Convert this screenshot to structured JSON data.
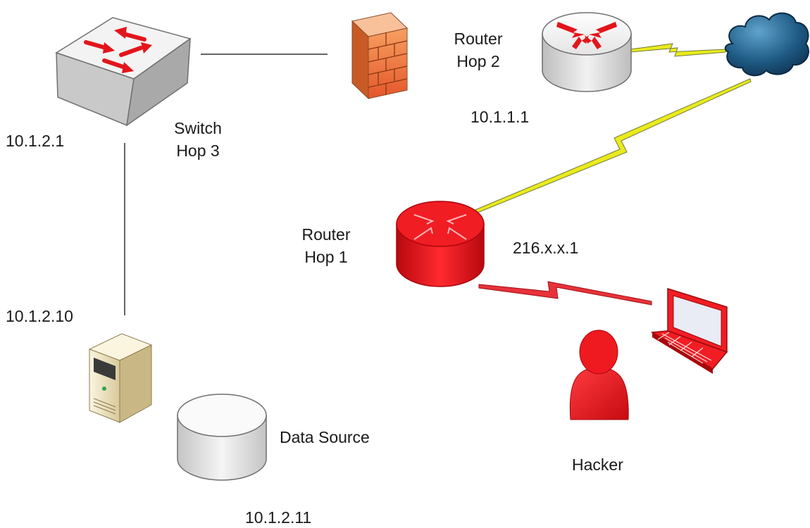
{
  "switch": {
    "name": "Switch",
    "hop": "Hop 3",
    "ip": "10.1.2.1"
  },
  "router_hop2": {
    "name": "Router",
    "hop": "Hop 2",
    "ip": "10.1.1.1"
  },
  "router_hop1": {
    "name": "Router",
    "hop": "Hop 1",
    "ip": "216.x.x.1"
  },
  "server": {
    "ip": "10.1.2.10"
  },
  "data_source": {
    "name": "Data Source",
    "ip": "10.1.2.11"
  },
  "hacker": {
    "name": "Hacker"
  },
  "colors": {
    "hostile": "#e3151b",
    "hostile_dark": "#a8060b",
    "link": "#eaea1c",
    "link_hostile": "#e8323a",
    "device_gray": "#d9d9d9",
    "firewall": "#f07a36",
    "cloud": "#1f5c86",
    "server_beige": "#efe4c4"
  }
}
